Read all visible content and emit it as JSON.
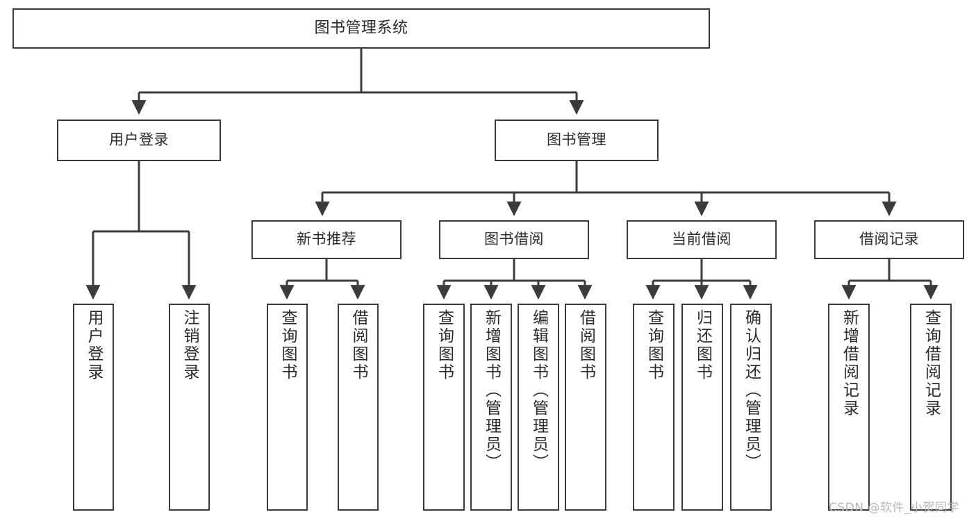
{
  "diagram": {
    "title": "图书管理系统",
    "type": "hierarchy-tree",
    "orientation": "top-down",
    "colors": {
      "box_border": "#3b3b3b",
      "box_fill": "#ffffff",
      "edge": "#3b3b3b",
      "text": "#2b2b2b",
      "watermark": "#b8b8b8",
      "background": "#ffffff"
    }
  },
  "nodes": {
    "root": {
      "label": "图书管理系统",
      "level": 0,
      "orientation": "horizontal"
    },
    "level1": [
      {
        "id": "user-login",
        "label": "用户登录",
        "orientation": "horizontal"
      },
      {
        "id": "book-manage",
        "label": "图书管理",
        "orientation": "horizontal"
      }
    ],
    "level2": [
      {
        "id": "new-book-recommend",
        "label": "新书推荐",
        "orientation": "horizontal"
      },
      {
        "id": "book-borrow",
        "label": "图书借阅",
        "orientation": "horizontal"
      },
      {
        "id": "current-borrow",
        "label": "当前借阅",
        "orientation": "horizontal"
      },
      {
        "id": "borrow-record",
        "label": "借阅记录",
        "orientation": "horizontal"
      }
    ],
    "leaves": {
      "user-login": [
        {
          "id": "leaf-user-login",
          "label": "用户登录",
          "orientation": "vertical"
        },
        {
          "id": "leaf-logout",
          "label": "注销登录",
          "orientation": "vertical"
        }
      ],
      "new-book-recommend": [
        {
          "id": "leaf-query-book-1",
          "label": "查询图书",
          "orientation": "vertical"
        },
        {
          "id": "leaf-borrow-book-1",
          "label": "借阅图书",
          "orientation": "vertical"
        }
      ],
      "book-borrow": [
        {
          "id": "leaf-query-book-2",
          "label": "查询图书",
          "orientation": "vertical"
        },
        {
          "id": "leaf-add-book",
          "label": "新增图书（管理员）",
          "orientation": "vertical"
        },
        {
          "id": "leaf-edit-book",
          "label": "编辑图书（管理员）",
          "orientation": "vertical"
        },
        {
          "id": "leaf-borrow-book-2",
          "label": "借阅图书",
          "orientation": "vertical"
        }
      ],
      "current-borrow": [
        {
          "id": "leaf-query-book-3",
          "label": "查询图书",
          "orientation": "vertical"
        },
        {
          "id": "leaf-return-book",
          "label": "归还图书",
          "orientation": "vertical"
        },
        {
          "id": "leaf-confirm-return",
          "label": "确认归还（管理员）",
          "orientation": "vertical"
        }
      ],
      "borrow-record": [
        {
          "id": "leaf-add-record",
          "label": "新增借阅记录",
          "orientation": "vertical"
        },
        {
          "id": "leaf-query-record",
          "label": "查询借阅记录",
          "orientation": "vertical"
        }
      ]
    }
  },
  "watermark": {
    "text": "CSDN @软件_小贺同学"
  }
}
